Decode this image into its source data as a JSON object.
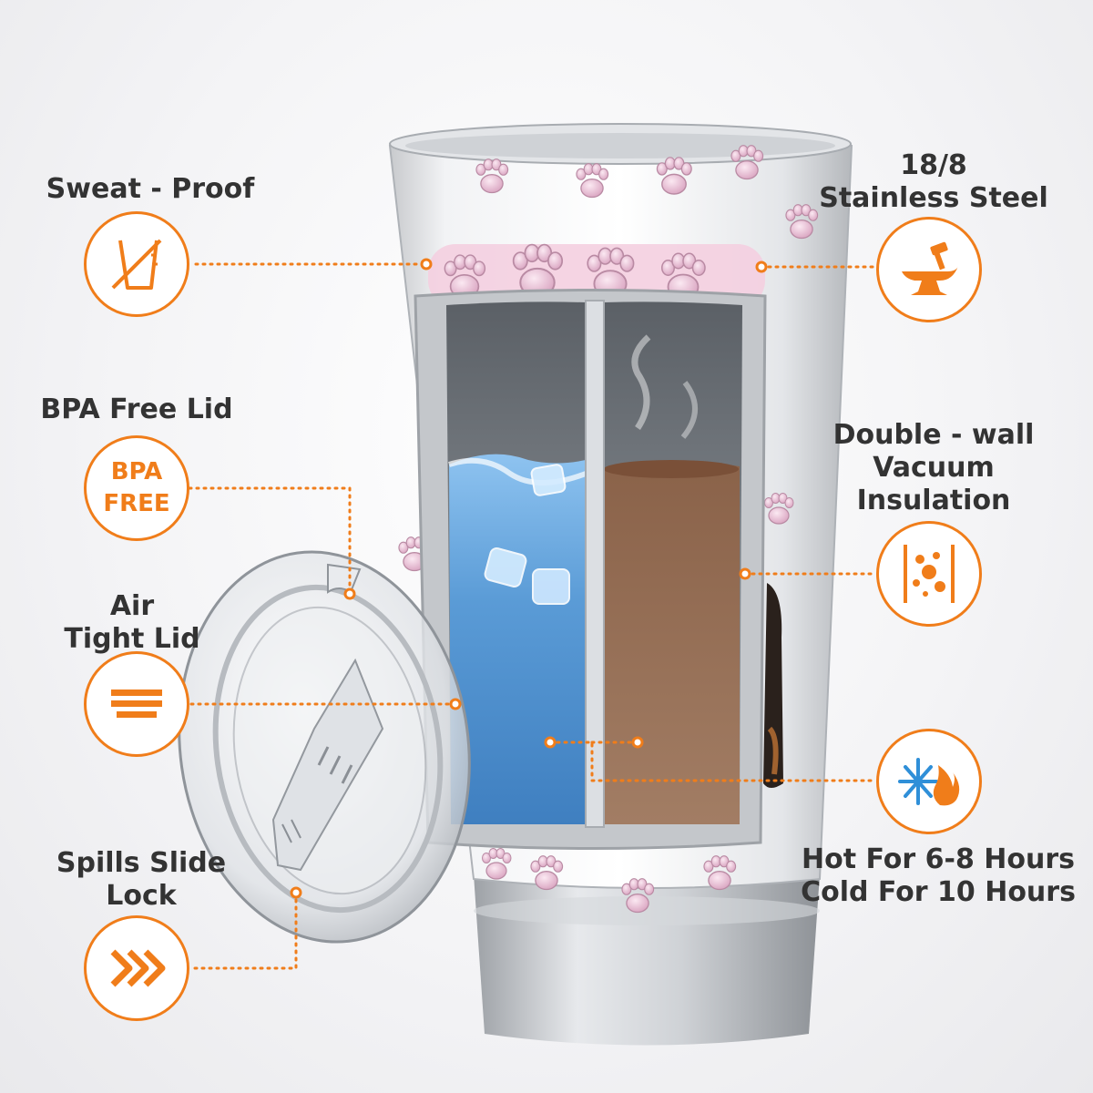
{
  "features": {
    "sweat_proof": {
      "label": "Sweat - Proof"
    },
    "stainless": {
      "line1": "18/8",
      "line2": "Stainless Steel"
    },
    "bpa": {
      "label": "BPA Free Lid",
      "badge_line1": "BPA",
      "badge_line2": "FREE"
    },
    "double_wall": {
      "line1": "Double - wall",
      "line2": "Vacuum",
      "line3": "Insulation"
    },
    "air_tight": {
      "line1": "Air",
      "line2": "Tight Lid"
    },
    "hot_cold": {
      "line1": "Hot For 6-8 Hours",
      "line2": "Cold For 10 Hours"
    },
    "spills": {
      "line1": "Spills Slide",
      "line2": "Lock"
    }
  },
  "icons": {
    "sweat_proof": "crossed-glass-icon",
    "stainless": "anvil-hammer-icon",
    "double_wall": "insulation-bubbles-icon",
    "air_tight": "lid-layers-icon",
    "hot_cold": "snowflake-flame-icon",
    "spills": "chevrons-right-icon"
  },
  "colors": {
    "accent": "#f07d1a",
    "text": "#333333",
    "water": "#4b8fd0",
    "coffee": "#9a7258",
    "steel": "#c9cbce",
    "paw_pink": "#e8b7cf"
  }
}
